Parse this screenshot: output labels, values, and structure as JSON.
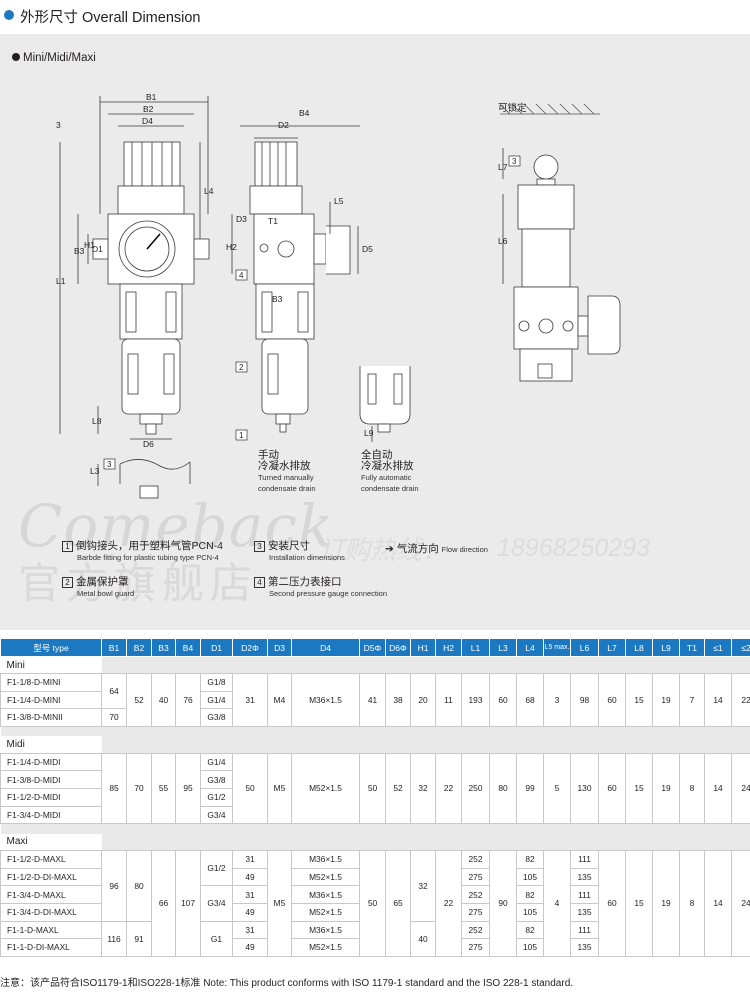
{
  "header": {
    "title": "外形尺寸 Overall Dimension"
  },
  "drawing": {
    "subtitle": "Mini/Midi/Maxi",
    "lockable_label": "可锁定",
    "dims": [
      "B1",
      "B2",
      "D4",
      "B4",
      "D2",
      "3",
      "B3",
      "H1",
      "D1",
      "H2",
      "D3",
      "T1",
      "L5",
      "D5",
      "L4",
      "L1",
      "L3",
      "L8",
      "D6",
      "L7",
      "L6",
      "L9",
      "B3"
    ],
    "manual": {
      "cn": "手动",
      "cn2": "冷凝水排放",
      "en1": "Turned manually",
      "en2": "condensate drain"
    },
    "auto": {
      "cn": "全自动",
      "cn2": "冷凝水排放",
      "en1": "Fully automatic",
      "en2": "condensate drain"
    },
    "watermark": {
      "w1": "Comeback",
      "w2": "官方旗舰店",
      "w3": "订购热线：",
      "w4": "18968250293"
    },
    "legend": [
      {
        "num": "1",
        "cn": "倒钩接头，用于塑料气管PCN-4",
        "en": "Barbde fitting for plastic tubing type PCN-4"
      },
      {
        "num": "2",
        "cn": "金属保护罩",
        "en": "Metal bowl guard"
      },
      {
        "num": "3",
        "cn": "安装尺寸",
        "en": "Installation dimensions"
      },
      {
        "num": "4",
        "cn": "第二压力表接口",
        "en": "Second pressure gauge connection"
      }
    ],
    "flow": {
      "cn": "气流方向",
      "en": "Flow direction"
    }
  },
  "table": {
    "headers": [
      "型号 type",
      "B1",
      "B2",
      "B3",
      "B4",
      "D1",
      "D2Φ",
      "D3",
      "D4",
      "D5Φ",
      "D6Φ",
      "H1",
      "H2",
      "L1",
      "L3",
      "L4",
      "L5 max.",
      "L6",
      "L7",
      "L8",
      "L9",
      "T1",
      "≤1",
      "≤2"
    ],
    "groups": {
      "mini": "Mini",
      "midi": "Midi",
      "maxi": "Maxi"
    },
    "mini": {
      "models": [
        "F1-1/8-D-MINI",
        "F1-1/4-D-MINI",
        "F1-3/8-D-MINII"
      ],
      "B1a": "64",
      "B1b": "70",
      "B2": "52",
      "B3": "40",
      "B4": "76",
      "D1": [
        "G1/8",
        "G1/4",
        "G3/8"
      ],
      "D2": "31",
      "D3": "M4",
      "D4": "M36×1.5",
      "D5": "41",
      "D6": "38",
      "H1": "20",
      "H2": "11",
      "L1": "193",
      "L3": "60",
      "L4": "68",
      "L5": "3",
      "L6": "98",
      "L7": "60",
      "L8": "15",
      "L9": "19",
      "T1": "7",
      "a1": "14",
      "a2": "22"
    },
    "midi": {
      "models": [
        "F1-1/4-D-MIDI",
        "F1-3/8-D-MIDI",
        "F1-1/2-D-MIDI",
        "F1-3/4-D-MIDI"
      ],
      "B1": "85",
      "B2": "70",
      "B3": "55",
      "B4": "95",
      "D1": [
        "G1/4",
        "G3/8",
        "G1/2",
        "G3/4"
      ],
      "D2": "50",
      "D3": "M5",
      "D4": "M52×1.5",
      "D5": "50",
      "D6": "52",
      "H1": "32",
      "H2": "22",
      "L1": "250",
      "L3": "80",
      "L4": "99",
      "L5": "5",
      "L6": "130",
      "L7": "60",
      "L8": "15",
      "L9": "19",
      "T1": "8",
      "a1": "14",
      "a2": "24"
    },
    "maxi": {
      "models": [
        "F1-1/2-D-MAXL",
        "F1-1/2-D-DI-MAXL",
        "F1-3/4-D-MAXL",
        "F1-3/4-D-DI-MAXL",
        "F1-1-D-MAXL",
        "F1-1-D-DI-MAXL"
      ],
      "B1a": "96",
      "B1b": "116",
      "B2a": "80",
      "B2b": "91",
      "B3": "66",
      "B4": "107",
      "D1": [
        "G1/2",
        "G3/4",
        "G1"
      ],
      "D2": [
        "31",
        "49",
        "31",
        "49",
        "31",
        "49"
      ],
      "D3": "M5",
      "D4": [
        "M36×1.5",
        "M52×1.5",
        "M36×1.5",
        "M52×1.5",
        "M36×1.5",
        "M52×1.5"
      ],
      "D5": "50",
      "D6": "65",
      "H1a": "32",
      "H1b": "40",
      "H2": "22",
      "L1": [
        "252",
        "275",
        "252",
        "275",
        "252",
        "275"
      ],
      "L3": "90",
      "L4": [
        "82",
        "105",
        "82",
        "105",
        "82",
        "105"
      ],
      "L5": "4",
      "L6": [
        "111",
        "135",
        "111",
        "135",
        "111",
        "135"
      ],
      "L7": "60",
      "L8": "15",
      "L9": "19",
      "T1": "8",
      "a1": "14",
      "a2": "24"
    }
  },
  "note": "注意：该产品符合ISO1179-1和ISO228-1标准 Note: This product conforms with ISO 1179-1 standard and the ISO 228-1 standard."
}
